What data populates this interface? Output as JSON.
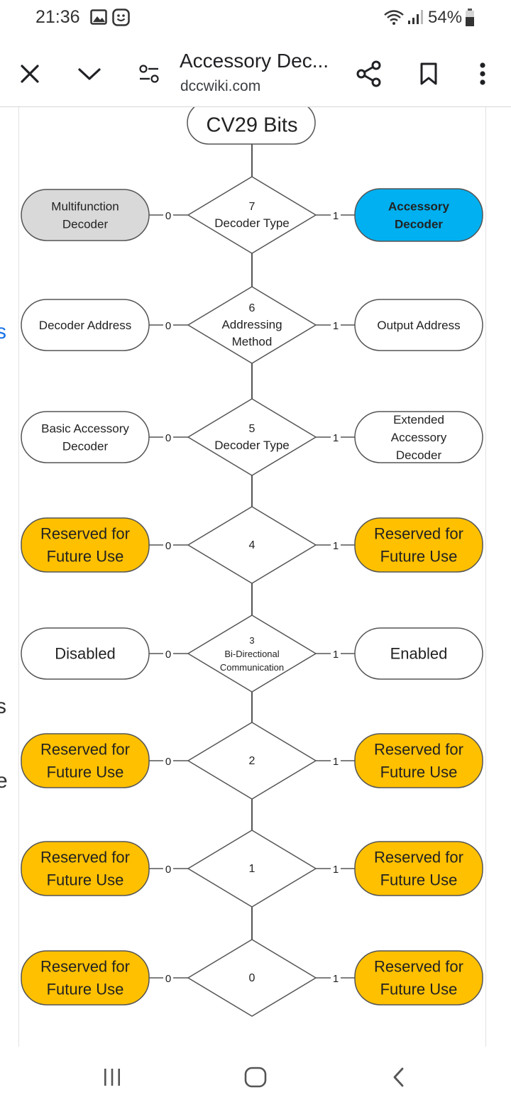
{
  "status_bar": {
    "time": "21:36",
    "battery": "54%",
    "icons": [
      "gallery-icon",
      "smiley-icon",
      "wifi-icon",
      "signal-icon",
      "battery-icon"
    ]
  },
  "browser": {
    "page_title": "Accessory Dec...",
    "domain": "dccwiki.com",
    "buttons": [
      "close-icon",
      "chevron-down-icon",
      "page-settings-icon",
      "share-icon",
      "bookmark-icon",
      "more-icon"
    ]
  },
  "edge_text": [
    "s",
    "s",
    "e"
  ],
  "diagram": {
    "title": "CV29 Bits",
    "zero_label": "0",
    "one_label": "1",
    "colors": {
      "gray_fill": "#d9d9d9",
      "blue_fill": "#00b0f0",
      "orange_fill": "#ffc000",
      "white_fill": "#ffffff",
      "stroke": "#555555"
    },
    "bits": [
      {
        "bit": "7",
        "name_lines": [
          "Decoder Type"
        ],
        "left_lines": [
          "Multifunction",
          "Decoder"
        ],
        "right_lines": [
          "Accessory",
          "Decoder"
        ],
        "left_fill": "gray",
        "right_fill": "blue"
      },
      {
        "bit": "6",
        "name_lines": [
          "Addressing",
          "Method"
        ],
        "left_lines": [
          "Decoder Address"
        ],
        "right_lines": [
          "Output Address"
        ],
        "left_fill": "white",
        "right_fill": "white"
      },
      {
        "bit": "5",
        "name_lines": [
          "Decoder Type"
        ],
        "left_lines": [
          "Basic Accessory",
          "Decoder"
        ],
        "right_lines": [
          "Extended",
          "Accessory",
          "Decoder"
        ],
        "left_fill": "white",
        "right_fill": "white"
      },
      {
        "bit": "4",
        "name_lines": [],
        "left_lines": [
          "Reserved for",
          "Future Use"
        ],
        "right_lines": [
          "Reserved for",
          "Future Use"
        ],
        "left_fill": "orange",
        "right_fill": "orange"
      },
      {
        "bit": "3",
        "name_lines": [
          "Bi-Directional",
          "Communication"
        ],
        "left_lines": [
          "Disabled"
        ],
        "right_lines": [
          "Enabled"
        ],
        "left_fill": "white",
        "right_fill": "white"
      },
      {
        "bit": "2",
        "name_lines": [],
        "left_lines": [
          "Reserved for",
          "Future Use"
        ],
        "right_lines": [
          "Reserved for",
          "Future Use"
        ],
        "left_fill": "orange",
        "right_fill": "orange"
      },
      {
        "bit": "1",
        "name_lines": [],
        "left_lines": [
          "Reserved for",
          "Future Use"
        ],
        "right_lines": [
          "Reserved for",
          "Future Use"
        ],
        "left_fill": "orange",
        "right_fill": "orange"
      },
      {
        "bit": "0",
        "name_lines": [],
        "left_lines": [
          "Reserved for",
          "Future Use"
        ],
        "right_lines": [
          "Reserved for",
          "Future Use"
        ],
        "left_fill": "orange",
        "right_fill": "orange"
      }
    ]
  },
  "nav_bar": {
    "buttons": [
      "recents-icon",
      "home-icon",
      "back-icon"
    ]
  }
}
